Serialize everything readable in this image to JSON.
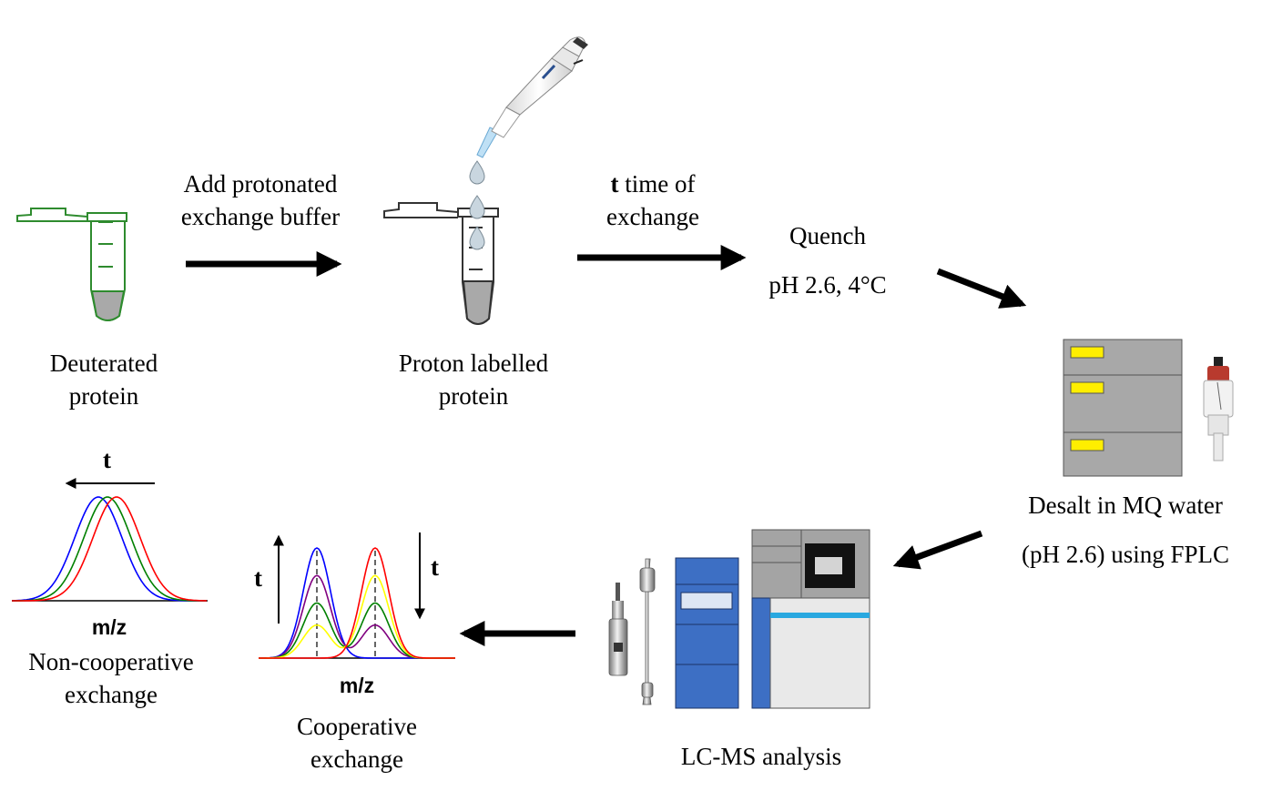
{
  "colors": {
    "deuterated_tube": "#2e8b2e",
    "proton_tube": "#333333",
    "sample_fill": "#a9a9a9",
    "fplc_panel": "#a8a8a8",
    "fplc_slot": "#ffee00",
    "lc_blue": "#3d6fc4",
    "ms_gray": "#a4a4a4",
    "ms_stripe": "#29a8e0",
    "curve_blue": "#0000ff",
    "curve_green": "#008000",
    "curve_red": "#ff0000",
    "curve_purple": "#800080",
    "curve_yellow": "#ffff00"
  },
  "icons": [
    "eppendorf-tube-icon",
    "pipette-icon",
    "droplet-icon",
    "fplc-instrument-icon",
    "desalting-column-icon",
    "lc-ms-instrument-icon",
    "esi-probe-icon"
  ],
  "steps": {
    "deuterated": {
      "line1": "Deuterated",
      "line2": "protein"
    },
    "add_buffer": {
      "line1": "Add protonated",
      "line2": "exchange buffer"
    },
    "proton_labelled": {
      "line1": "Proton labelled",
      "line2": "protein"
    },
    "exchange_time": {
      "bold": "t",
      "line1_rest": " time of",
      "line2": "exchange"
    },
    "quench": {
      "line1": "Quench",
      "line2": "pH 2.6, 4°C"
    },
    "desalt": {
      "line1": "Desalt in MQ water",
      "line2": "(pH 2.6) using FPLC"
    },
    "lcms": {
      "line1": "LC-MS analysis"
    },
    "cooperative": {
      "line1": "Cooperative",
      "line2": "exchange",
      "xaxis": "m/z",
      "t_left": "t",
      "t_right": "t"
    },
    "noncooperative": {
      "line1": "Non-cooperative",
      "line2": "exchange",
      "xaxis": "m/z",
      "t_top": "t"
    }
  }
}
